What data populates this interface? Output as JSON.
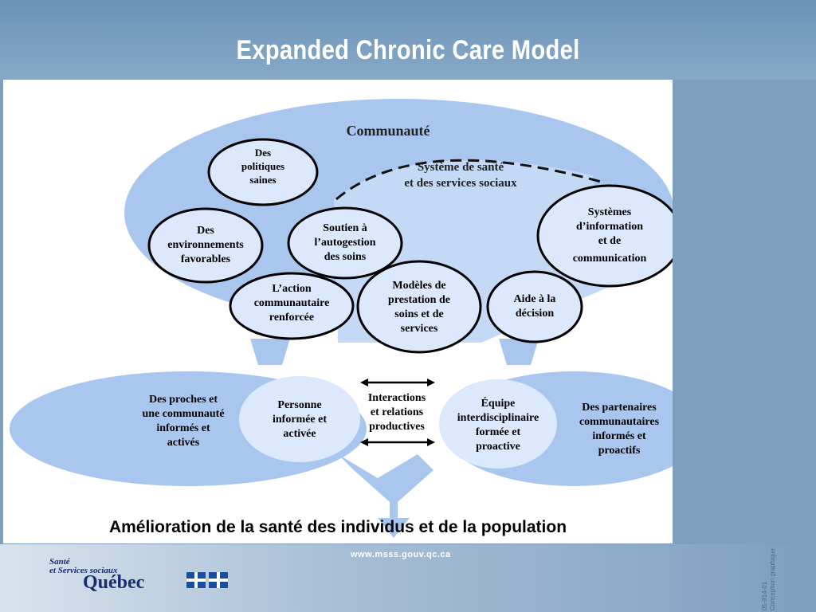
{
  "header": {
    "title": "Expanded  Chronic Care Model"
  },
  "diagram": {
    "community_label": "Communauté",
    "health_system_label": [
      "Système de santé",
      "et des services sociaux"
    ],
    "circles": {
      "politiques": [
        "Des",
        "politiques",
        "saines"
      ],
      "environnements": [
        "Des",
        "environnements",
        "favorables"
      ],
      "autogestion": [
        "Soutien à",
        "l’autogestion",
        "des soins"
      ],
      "action": [
        "L’action",
        "communautaire",
        "renforcée"
      ],
      "modeles": [
        "Modèles de",
        "prestation de",
        "soins et de",
        "services"
      ],
      "aide": [
        "Aide à la",
        "décision"
      ],
      "systemes": [
        "Systèmes",
        "d’information",
        "et de",
        "communication"
      ]
    },
    "bottom": {
      "proches": [
        "Des proches et",
        "une communauté",
        "informés et",
        "activés"
      ],
      "personne": [
        "Personne",
        "informée et",
        "activée"
      ],
      "interactions": [
        "Interactions",
        "et relations",
        "productives"
      ],
      "equipe": [
        "Équipe",
        "interdisciplinaire",
        "formée et",
        "proactive"
      ],
      "partenaires": [
        "Des partenaires",
        "communautaires",
        "informés et",
        "proactifs"
      ]
    },
    "outcome": "Amélioration de la santé des individus et de la population"
  },
  "footer": {
    "url": "www.msss.gouv.qc.ca",
    "logo_line1": "Santé",
    "logo_line2": "et Services sociaux",
    "logo_line3": "Québec",
    "code_line1": "05-914-01",
    "code_line2": "Conception graphique"
  },
  "colors": {
    "header": "#6b93b6",
    "ellipse": "#a9c6ef",
    "inner": "#c4d9f5",
    "circle": "#dce8fb"
  }
}
